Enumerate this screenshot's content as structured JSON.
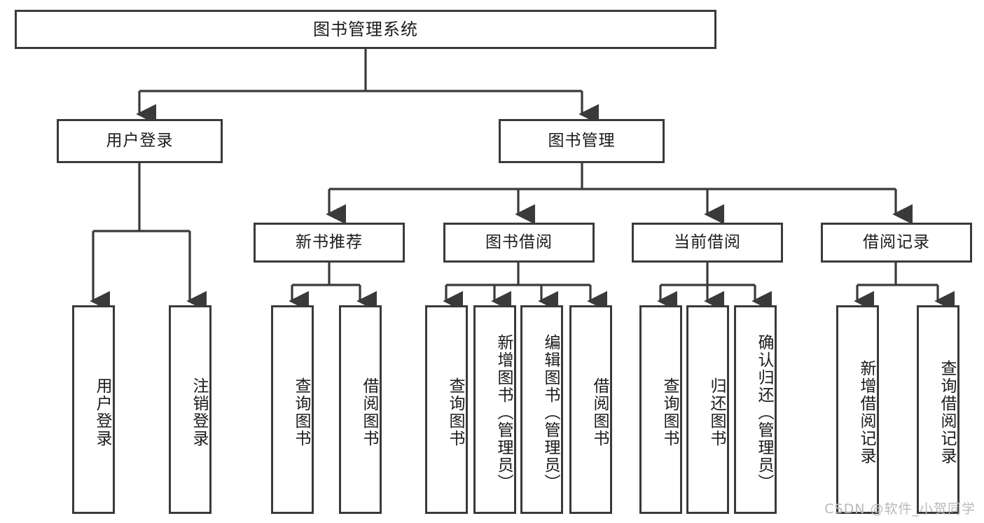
{
  "diagram": {
    "title": "图书管理系统",
    "type": "tree-hierarchy-diagram",
    "colors": {
      "stroke": "#3a3a3a",
      "fill": "#ffffff",
      "text": "#1b1b1b",
      "watermark": "#b9b9b9"
    },
    "root": {
      "label": "图书管理系统"
    },
    "level1": [
      {
        "label": "用户登录"
      },
      {
        "label": "图书管理"
      }
    ],
    "level2": [
      {
        "label": "新书推荐"
      },
      {
        "label": "图书借阅"
      },
      {
        "label": "当前借阅"
      },
      {
        "label": "借阅记录"
      }
    ],
    "leaves": {
      "user_login": [
        {
          "label": "用户登录"
        },
        {
          "label": "注销登录"
        }
      ],
      "new_book_recommend": [
        {
          "label": "查询图书"
        },
        {
          "label": "借阅图书"
        }
      ],
      "book_borrow": [
        {
          "label": "查询图书"
        },
        {
          "label": "新增图书（管理员）"
        },
        {
          "label": "编辑图书（管理员）"
        },
        {
          "label": "借阅图书"
        }
      ],
      "current_borrow": [
        {
          "label": "查询图书"
        },
        {
          "label": "归还图书"
        },
        {
          "label": "确认归还（管理员）"
        }
      ],
      "borrow_records": [
        {
          "label": "新增借阅记录"
        },
        {
          "label": "查询借阅记录"
        }
      ]
    },
    "watermark": "CSDN @软件_小贺同学"
  }
}
